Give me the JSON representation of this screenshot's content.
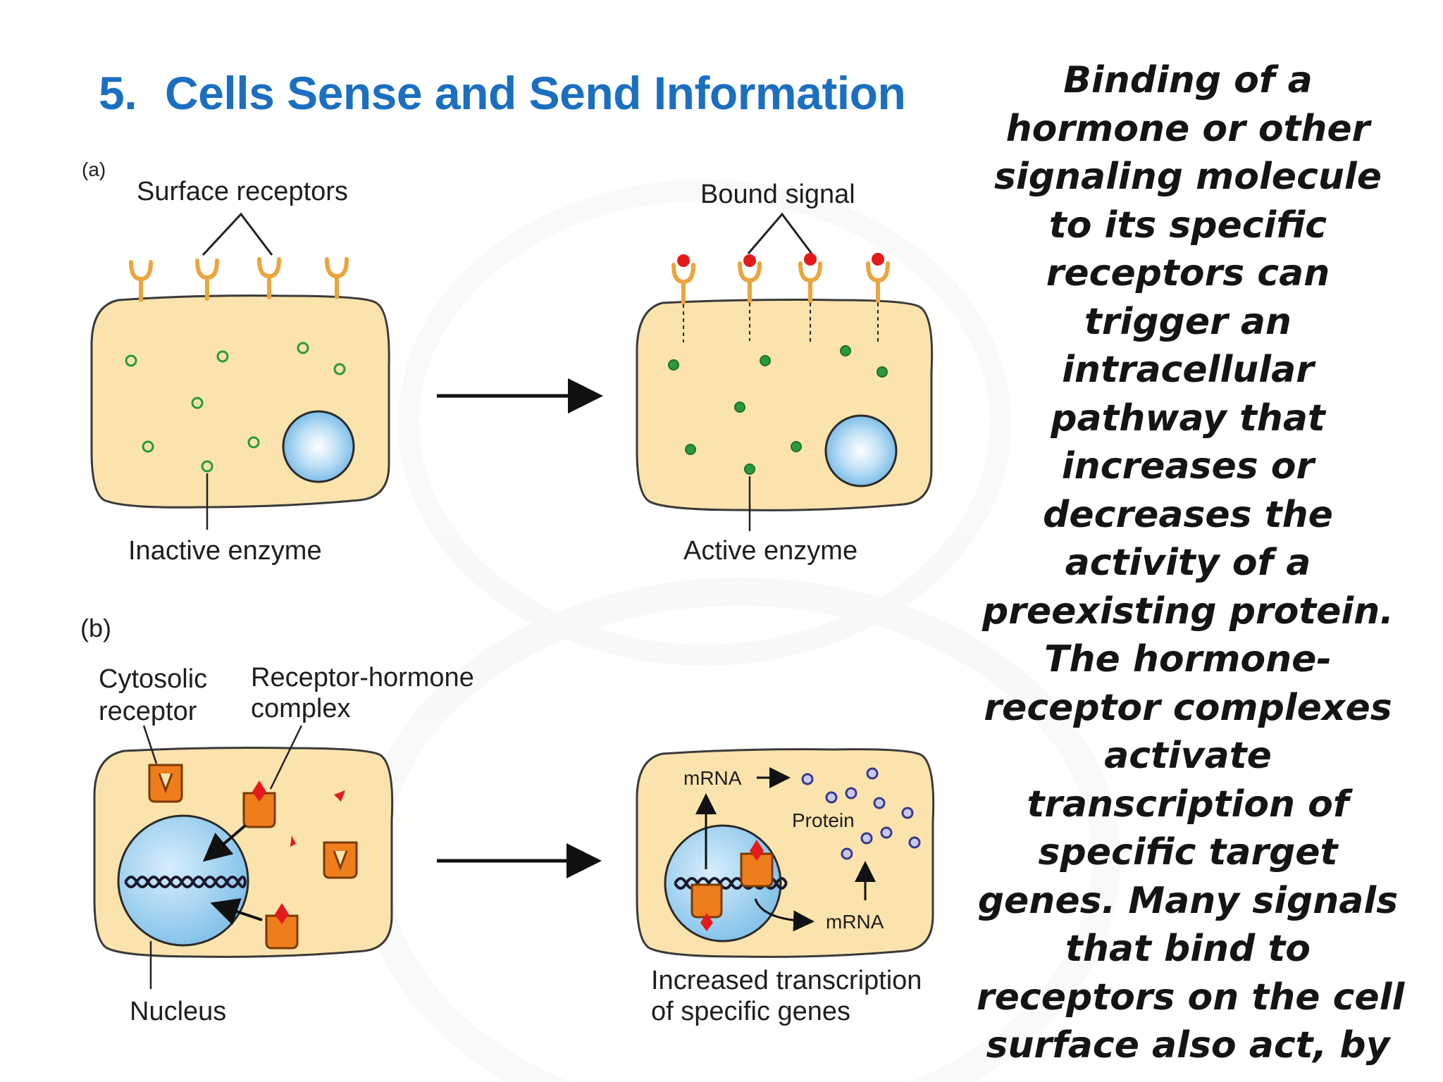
{
  "slide": {
    "number": "5.",
    "title": "Cells Sense and Send Information"
  },
  "diagram": {
    "panel_a": {
      "surface_receptors": "Surface receptors",
      "bound_signal": "Bound signal",
      "inactive_enzyme": "Inactive enzyme",
      "active_enzyme": "Active enzyme"
    },
    "panel_b": {
      "letter": "(b)",
      "cytosolic_receptor": [
        "Cytosolic",
        "receptor"
      ],
      "receptor_hormone_complex": [
        "Receptor-hormone",
        "complex"
      ],
      "nucleus": "Nucleus",
      "mrna_top": "mRNA",
      "protein": "Protein",
      "mrna_bottom": "mRNA",
      "increased_transcription": [
        "Increased transcription",
        "of specific genes"
      ]
    }
  },
  "side_text": {
    "lines": [
      "Binding of a",
      "hormone or other",
      "signaling molecule",
      "to its specific",
      "receptors can",
      "trigger an",
      "intracellular",
      "pathway that",
      "increases or",
      "decreases the",
      "activity of a",
      "preexisting protein.",
      "The hormone-",
      "receptor complexes",
      "activate",
      "transcription of",
      "specific target",
      "genes. Many signals",
      "that bind to",
      "receptors on the cell",
      "surface also act, by"
    ]
  },
  "colors": {
    "title": "#1b6fc0",
    "cell_fill": "#fbe3ad",
    "cell_stroke": "#3a3a3a",
    "receptor": "#eba53d",
    "signal": "#e41b1b",
    "enzyme": "#2a9a3d",
    "protein": "#4c4ea8",
    "nucleus": "#8cc7ec",
    "hormone_receptor": "#ee7d1c"
  }
}
